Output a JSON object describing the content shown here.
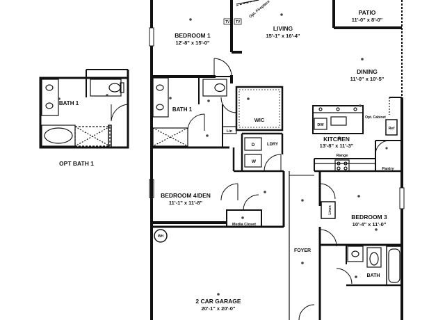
{
  "rooms": {
    "patio": {
      "name": "PATIO",
      "dims": "11'-0\" x 8'-0\""
    },
    "living": {
      "name": "LIVING",
      "dims": "15'-1\" x 16'-4\""
    },
    "bedroom1": {
      "name": "BEDROOM 1",
      "dims": "12'-8\" x 15'-0\""
    },
    "dining": {
      "name": "DINING",
      "dims": "11'-0\" x 10'-5\""
    },
    "bath1": {
      "name": "BATH 1"
    },
    "wic": {
      "name": "WIC"
    },
    "kitchen": {
      "name": "KITCHEN",
      "dims": "13'-8\" x 11'-3\""
    },
    "bedroom4": {
      "name": "BEDROOM 4/DEN",
      "dims": "11'-1\" x 11'-8\""
    },
    "bedroom3": {
      "name": "BEDROOM 3",
      "dims": "10'-4\" x 11'-0\""
    },
    "foyer": {
      "name": "FOYER"
    },
    "bath": {
      "name": "BATH"
    },
    "garage": {
      "name": "2 CAR GARAGE",
      "dims": "20'-1\" x 20'-0\""
    },
    "opt_bath1": {
      "name": "BATH 1"
    }
  },
  "labels": {
    "opt_bath_caption": "OPT BATH 1",
    "opt_fireplace": "Opt. Fireplace",
    "tv1": "TV",
    "tv2": "TV",
    "lin": "Lin",
    "ldry": "LDRY",
    "dryer": "D",
    "washer": "W",
    "dw": "DW",
    "ref": "Ref",
    "opt_cabinet": "Opt. Cabinet",
    "range": "Range",
    "pantry": "Pantry",
    "linen": "Linen",
    "media_closet": "Media Closet",
    "wh": "WH"
  }
}
